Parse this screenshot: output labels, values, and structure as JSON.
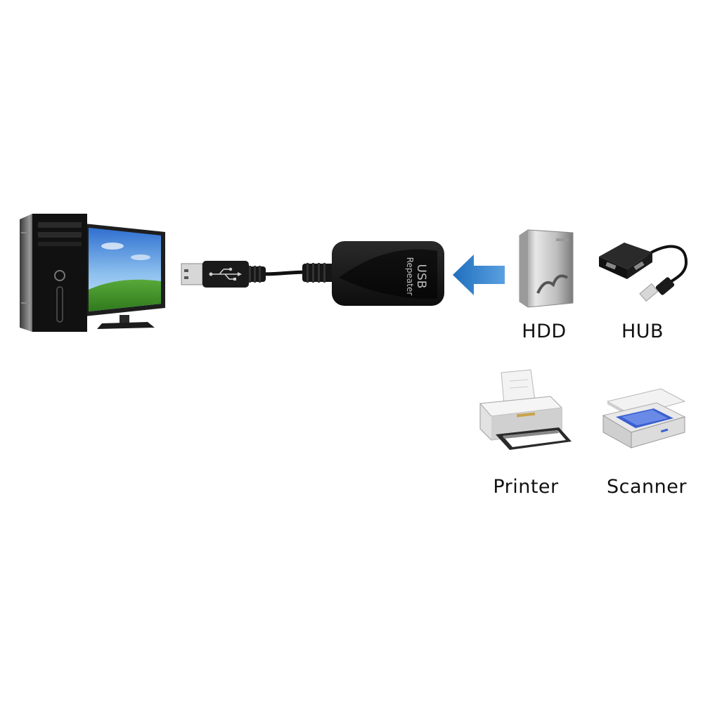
{
  "repeater": {
    "line1": "USB",
    "line2": "Repeater"
  },
  "devices": {
    "hdd": "HDD",
    "hub": "HUB",
    "printer": "Printer",
    "scanner": "Scanner"
  },
  "icons": {
    "computer": "desktop-computer-icon",
    "usb_plug": "usb-a-plug-icon",
    "arrow": "left-arrow-icon",
    "hdd": "external-hdd-icon",
    "hub": "usb-hub-icon",
    "printer": "printer-icon",
    "scanner": "flatbed-scanner-icon"
  },
  "colors": {
    "arrow": "#2a7ac8",
    "cable": "#111111",
    "repeater_body": "#1a1a1a",
    "label_text": "#111111"
  }
}
